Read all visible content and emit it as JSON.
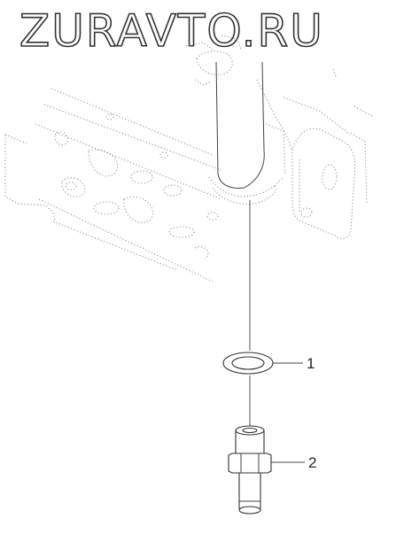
{
  "watermark": {
    "text": "ZURAVTO.RU"
  },
  "callouts": [
    {
      "label": "1"
    },
    {
      "label": "2"
    }
  ],
  "colors": {
    "line": "#333333",
    "dotted": "#8c8c8c",
    "background": "#ffffff"
  }
}
